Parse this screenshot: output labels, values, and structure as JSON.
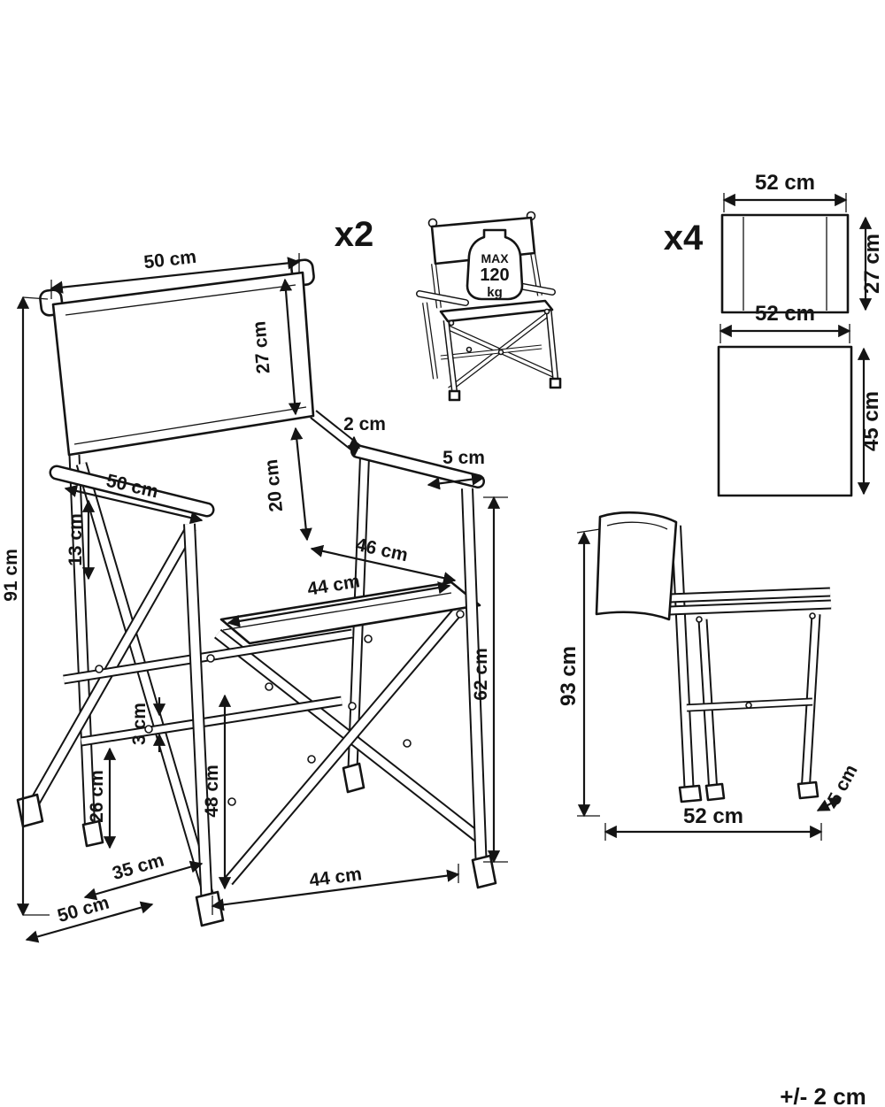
{
  "diagram": {
    "tolerance": "+/- 2 cm",
    "main_chair": {
      "quantity": "x2",
      "dims": {
        "backrest_width": "50 cm",
        "backrest_height": "27 cm",
        "overall_height": "91 cm",
        "armrest_to_seat": "20 cm",
        "armrest_thickness": "2 cm",
        "armrest_width": "5 cm",
        "armrest_length": "50 cm",
        "armrest_front_height": "13 cm",
        "seat_depth": "46 cm",
        "seat_width": "44 cm",
        "seat_height": "62 cm",
        "stretcher_thickness": "3 cm",
        "stretcher_height": "26 cm",
        "front_rail_height": "48 cm",
        "base_inner_depth": "35 cm",
        "base_depth": "50 cm",
        "base_width": "44 cm"
      }
    },
    "load_badge": {
      "max_label": "MAX",
      "value": "120",
      "unit": "kg"
    },
    "fabric_panels": {
      "quantity": "x4",
      "backrest_panel": {
        "width": "52 cm",
        "height": "27 cm"
      },
      "seat_panel": {
        "width": "52 cm",
        "height": "45 cm"
      }
    },
    "side_view": {
      "height": "93 cm",
      "depth": "52 cm",
      "foot": "5 cm"
    }
  }
}
